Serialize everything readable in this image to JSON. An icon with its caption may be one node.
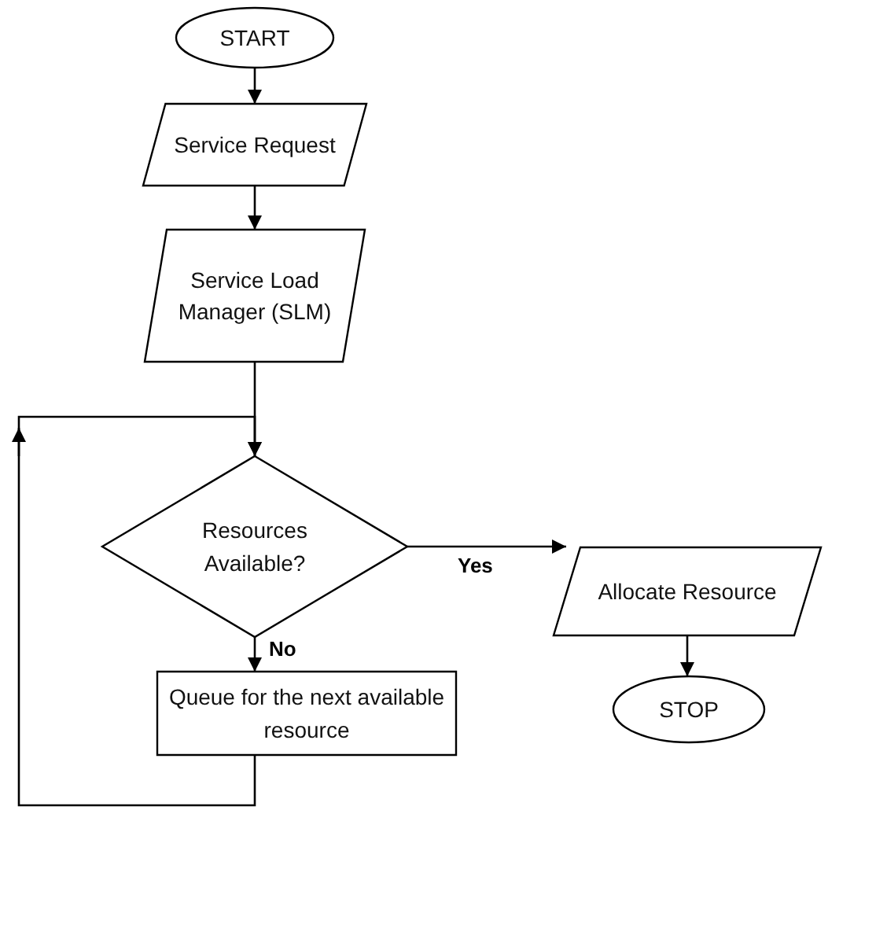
{
  "diagram": {
    "nodes": [
      {
        "text": [
          "START"
        ]
      },
      {
        "text": [
          "Service Request"
        ]
      },
      {
        "text": [
          "Service Load Manager (SLM)"
        ]
      },
      {
        "text": [
          "Resources Available?"
        ]
      },
      {
        "text": [
          "Allocate Resource"
        ]
      },
      {
        "text": [
          "STOP"
        ]
      },
      {
        "text": [
          "Queue for the next available resource"
        ]
      }
    ],
    "edges": [
      {
        "from": 0,
        "to": 1,
        "arrow": "to"
      },
      {
        "from": 1,
        "to": 2,
        "arrow": "to"
      },
      {
        "from": 2,
        "to": 3,
        "arrow": "to"
      },
      {
        "from": 3,
        "to": 4,
        "arrow": "to",
        "label": "Yes"
      },
      {
        "from": 4,
        "to": 5,
        "arrow": "to"
      },
      {
        "from": 3,
        "to": 6,
        "arrow": "to",
        "label": "No"
      },
      {
        "from": 6,
        "to": 3,
        "arrow": "to"
      }
    ]
  }
}
